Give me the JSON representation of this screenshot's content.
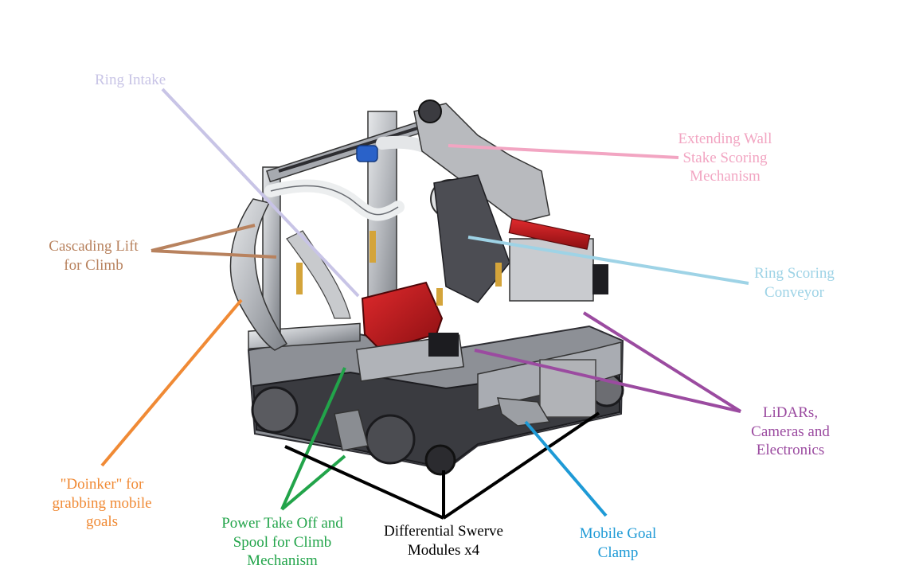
{
  "colors": {
    "ring_intake": "#c8c4e6",
    "extending_wall_stake": "#f2a5c2",
    "cascading_lift": "#b8825e",
    "ring_scoring_conveyor": "#9ed3e6",
    "doinker": "#f08a35",
    "lidars": "#9b4ba0",
    "power_take_off": "#22a44a",
    "differential_swerve": "#000000",
    "mobile_goal_clamp": "#1e9ad6",
    "robot_red": "#c0171a",
    "robot_metal": "#b9bcc1",
    "robot_dark": "#2a2a2e"
  },
  "labels": {
    "ring_intake": [
      "Ring Intake"
    ],
    "extending_wall_stake": [
      "Extending Wall",
      "Stake Scoring",
      "Mechanism"
    ],
    "cascading_lift": [
      "Cascading Lift",
      "for Climb"
    ],
    "ring_scoring_conveyor": [
      "Ring Scoring",
      "Conveyor"
    ],
    "lidars": [
      "LiDARs,",
      "Cameras and",
      "Electronics"
    ],
    "doinker": [
      "\"Doinker\" for",
      "grabbing mobile",
      "goals"
    ],
    "power_take_off": [
      "Power Take Off and",
      "Spool for Climb",
      "Mechanism"
    ],
    "differential_swerve": [
      "Differential Swerve",
      "Modules x4"
    ],
    "mobile_goal_clamp": [
      "Mobile Goal",
      "Clamp"
    ]
  }
}
